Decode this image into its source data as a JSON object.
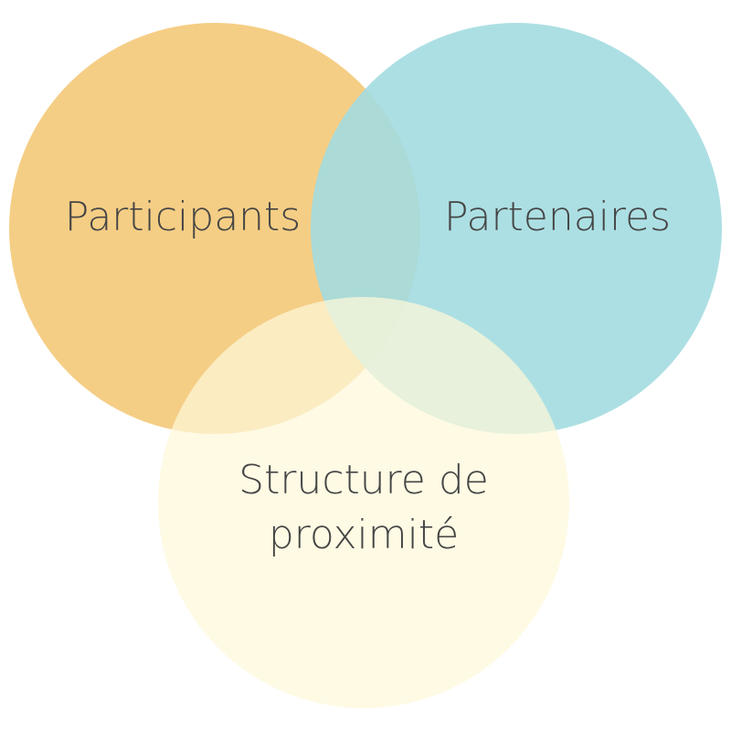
{
  "diagram": {
    "type": "venn",
    "sets": [
      {
        "label_lines": [
          "Participants"
        ],
        "color": "#F5CE85"
      },
      {
        "label_lines": [
          "Partenaires"
        ],
        "color": "#A3DCE0"
      },
      {
        "label_lines": [
          "Structure de",
          "proximité"
        ],
        "color": "#FDF8DA"
      }
    ],
    "text_color": "#454545"
  }
}
